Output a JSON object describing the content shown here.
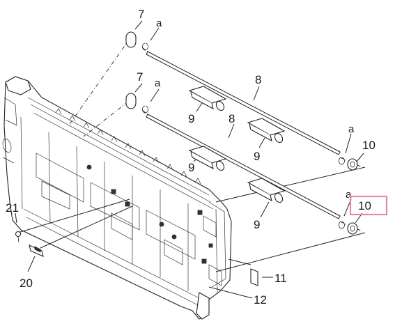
{
  "callouts": {
    "n7_top": "7",
    "a_top": "a",
    "n8_top": "8",
    "n7_mid": "7",
    "a_mid": "a",
    "n9_a": "9",
    "n8_mid": "8",
    "n9_b": "9",
    "a_right_top": "a",
    "n10_top": "10",
    "n9_c": "9",
    "a_right_bottom": "a",
    "n10_highlight": "10",
    "n9_d": "9",
    "n21": "21",
    "n20": "20",
    "n11": "11",
    "n12": "12"
  },
  "colors": {
    "highlight_border": "#e48aa8",
    "line": "#222222",
    "background": "#ffffff"
  }
}
